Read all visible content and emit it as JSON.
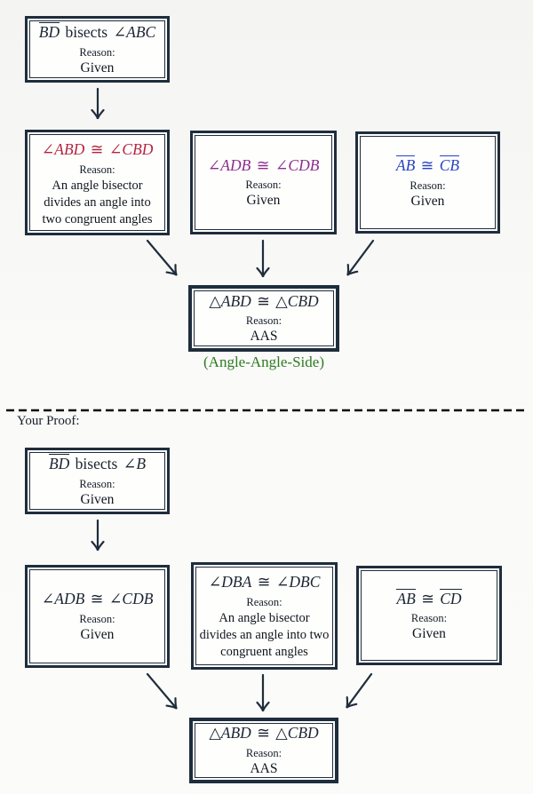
{
  "example": {
    "given_bd": {
      "statement": {
        "segments": [
          {
            "t": "BD",
            "it": true,
            "ol": true
          },
          {
            "t": " bisects ∠",
            "it": false
          },
          {
            "t": "ABC",
            "it": true
          }
        ]
      },
      "reason_label": "Reason:",
      "reason": "Given"
    },
    "angle_bisector": {
      "statement": {
        "color": "#b3243f",
        "segments": [
          {
            "t": "∠",
            "it": false
          },
          {
            "t": "ABD",
            "it": true
          },
          {
            "t": " ≅ ∠",
            "it": false
          },
          {
            "t": "CBD",
            "it": true
          }
        ]
      },
      "reason_label": "Reason:",
      "reason": "An angle bisector divides an angle into two congruent angles"
    },
    "given_angles": {
      "statement": {
        "color": "#8d2c8d",
        "segments": [
          {
            "t": "∠",
            "it": false
          },
          {
            "t": "ADB",
            "it": true
          },
          {
            "t": " ≅ ∠",
            "it": false
          },
          {
            "t": "CDB",
            "it": true
          }
        ]
      },
      "reason_label": "Reason:",
      "reason": "Given"
    },
    "given_sides": {
      "statement": {
        "color": "#2743c3",
        "segments": [
          {
            "t": "AB",
            "it": true,
            "ol": true
          },
          {
            "t": " ≅ ",
            "it": false
          },
          {
            "t": "CB",
            "it": true,
            "ol": true
          }
        ]
      },
      "reason_label": "Reason:",
      "reason": "Given"
    },
    "conclusion": {
      "statement": {
        "segments": [
          {
            "t": "△",
            "it": false
          },
          {
            "t": "ABD",
            "it": true
          },
          {
            "t": " ≅ △",
            "it": false
          },
          {
            "t": "CBD",
            "it": true
          }
        ]
      },
      "reason_label": "Reason:",
      "reason": "AAS"
    },
    "conclusion_note": "(Angle-Angle-Side)",
    "note_color": "#2d7b20"
  },
  "divider": {
    "label": "Your Proof:"
  },
  "your_proof": {
    "given_bd": {
      "statement": {
        "segments": [
          {
            "t": "BD",
            "it": true,
            "ol": true
          },
          {
            "t": " bisects ∠",
            "it": false
          },
          {
            "t": "B",
            "it": true
          }
        ]
      },
      "reason_label": "Reason:",
      "reason": "Given"
    },
    "given_angles": {
      "statement": {
        "segments": [
          {
            "t": "∠",
            "it": false
          },
          {
            "t": "ADB",
            "it": true
          },
          {
            "t": " ≅ ∠",
            "it": false
          },
          {
            "t": "CDB",
            "it": true
          }
        ]
      },
      "reason_label": "Reason:",
      "reason": "Given"
    },
    "angle_bisector": {
      "statement": {
        "segments": [
          {
            "t": "∠",
            "it": false
          },
          {
            "t": "DBA",
            "it": true
          },
          {
            "t": " ≅ ∠",
            "it": false
          },
          {
            "t": "DBC",
            "it": true
          }
        ]
      },
      "reason_label": "Reason:",
      "reason": "An angle bisector divides an angle into two congruent angles"
    },
    "given_sides": {
      "statement": {
        "segments": [
          {
            "t": "AB",
            "it": true,
            "ol": true
          },
          {
            "t": " ≅ ",
            "it": false
          },
          {
            "t": "CD",
            "it": true,
            "ol": true
          }
        ]
      },
      "reason_label": "Reason:",
      "reason": "Given"
    },
    "conclusion": {
      "statement": {
        "segments": [
          {
            "t": "△",
            "it": false
          },
          {
            "t": "ABD",
            "it": true
          },
          {
            "t": " ≅ △",
            "it": false
          },
          {
            "t": "CBD",
            "it": true
          }
        ]
      },
      "reason_label": "Reason:",
      "reason": "AAS"
    }
  },
  "colors": {
    "box_border": "#1f2d3c",
    "statement_red": "#b3243f",
    "statement_purple": "#8d2c8d",
    "statement_blue": "#2743c3",
    "note_green": "#2d7b20"
  }
}
